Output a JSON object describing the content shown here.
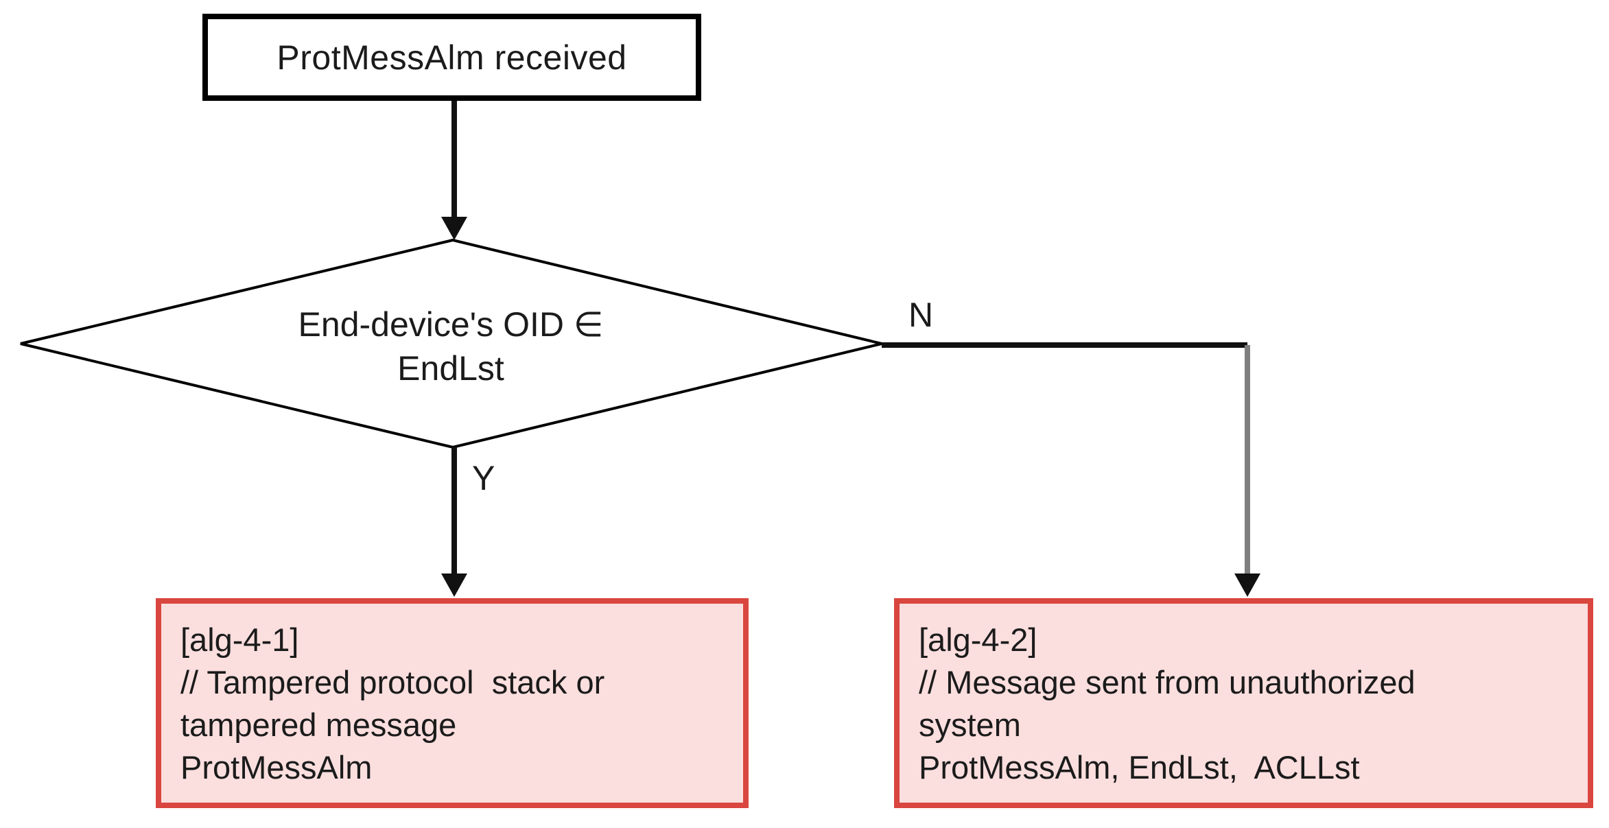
{
  "figure": {
    "type": "flowchart",
    "background": "#ffffff"
  },
  "colors": {
    "shape_border": "#000000",
    "outcome_fill": "#fbdede",
    "outcome_border": "#d9463f",
    "connector_black": "#111111",
    "connector_gray": "#7f7f7f",
    "text": "#1b1b1b"
  },
  "nodes": {
    "start": {
      "shape": "rectangle",
      "label": "ProtMessAlm received"
    },
    "decision": {
      "shape": "diamond",
      "label": "End-device's OID ∈\nEndLst"
    },
    "outcome_left": {
      "shape": "rectangle",
      "text": "[alg-4-1]\n// Tampered protocol  stack or\ntampered message\nProtMessAlm"
    },
    "outcome_right": {
      "shape": "rectangle",
      "text": "[alg-4-2]\n// Message sent from unauthorized\nsystem\nProtMessAlm, EndLst,  ACLLst"
    }
  },
  "edges": {
    "yes_label": "Y",
    "no_label": "N"
  }
}
